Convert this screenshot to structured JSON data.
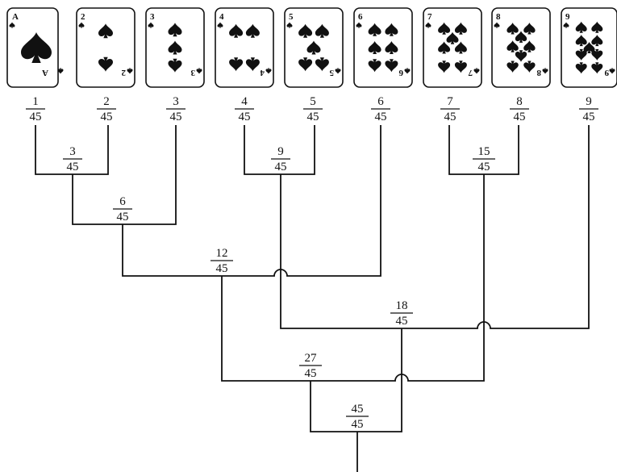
{
  "cards": [
    {
      "rank": "A",
      "suit": "spade"
    },
    {
      "rank": "2",
      "suit": "spade"
    },
    {
      "rank": "3",
      "suit": "spade"
    },
    {
      "rank": "4",
      "suit": "spade"
    },
    {
      "rank": "5",
      "suit": "spade"
    },
    {
      "rank": "6",
      "suit": "spade"
    },
    {
      "rank": "7",
      "suit": "spade"
    },
    {
      "rank": "8",
      "suit": "spade"
    },
    {
      "rank": "9",
      "suit": "spade"
    }
  ],
  "leaf_fractions": [
    {
      "num": "1",
      "den": "45"
    },
    {
      "num": "2",
      "den": "45"
    },
    {
      "num": "3",
      "den": "45"
    },
    {
      "num": "4",
      "den": "45"
    },
    {
      "num": "5",
      "den": "45"
    },
    {
      "num": "6",
      "den": "45"
    },
    {
      "num": "7",
      "den": "45"
    },
    {
      "num": "8",
      "den": "45"
    },
    {
      "num": "9",
      "den": "45"
    }
  ],
  "merge_fractions": [
    {
      "num": "3",
      "den": "45"
    },
    {
      "num": "9",
      "den": "45"
    },
    {
      "num": "15",
      "den": "45"
    },
    {
      "num": "6",
      "den": "45"
    },
    {
      "num": "12",
      "den": "45"
    },
    {
      "num": "18",
      "den": "45"
    },
    {
      "num": "27",
      "den": "45"
    },
    {
      "num": "45",
      "den": "45"
    }
  ]
}
